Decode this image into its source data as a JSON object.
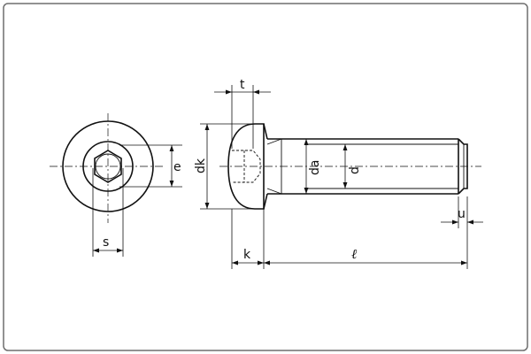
{
  "labels": {
    "s": "s",
    "e": "e",
    "dk": "dk",
    "t": "t",
    "da": "da",
    "d": "d",
    "k": "k",
    "length": "ℓ",
    "u": "u"
  }
}
